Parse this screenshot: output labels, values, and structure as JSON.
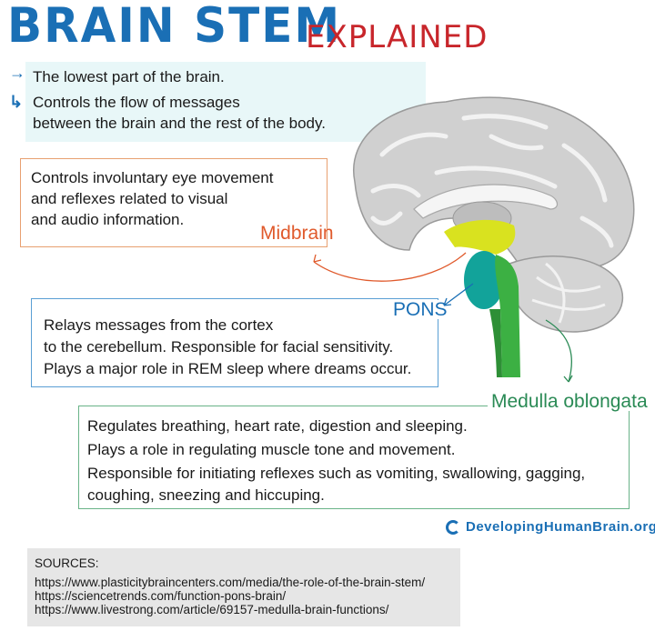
{
  "header": {
    "title": "BRAIN STEM",
    "subtitle": "EXPLAINED"
  },
  "intro": {
    "line1": "The lowest part of the brain.",
    "line2a": "Controls the flow of messages",
    "line2b": "between the brain and the rest of the body."
  },
  "midbrain": {
    "label": "Midbrain",
    "text": [
      "Controls involuntary eye movement",
      "and reflexes related to visual",
      "and audio information."
    ]
  },
  "pons": {
    "label": "PONS",
    "text": [
      "Relays messages from the cortex",
      "to the cerebellum. Responsible for facial sensitivity.",
      "Plays a major role in REM sleep where dreams occur."
    ]
  },
  "medulla": {
    "label": "Medulla oblongata",
    "text": [
      "Regulates breathing, heart rate, digestion and sleeping.",
      "Plays a role in regulating muscle tone and movement.",
      "Responsible for initiating reflexes such as vomiting, swallowing, gagging,",
      "coughing, sneezing and hiccuping."
    ]
  },
  "site": "DevelopingHumanBrain.org",
  "sources": {
    "heading": "SOURCES:",
    "links": [
      "https://www.plasticitybraincenters.com/media/the-role-of-the-brain-stem/",
      "https://sciencetrends.com/function-pons-brain/",
      "https://www.livestrong.com/article/69157-medulla-brain-functions/"
    ]
  },
  "colors": {
    "title": "#1a6fb5",
    "subtitle": "#c8262b",
    "midbrain": "#d9e21f",
    "pons": "#12a39a",
    "medulla": "#3cb043",
    "brain": "#c9c9c9"
  },
  "icons": [
    "arrow-right-icon",
    "brain-illustration",
    "site-logo-icon"
  ]
}
